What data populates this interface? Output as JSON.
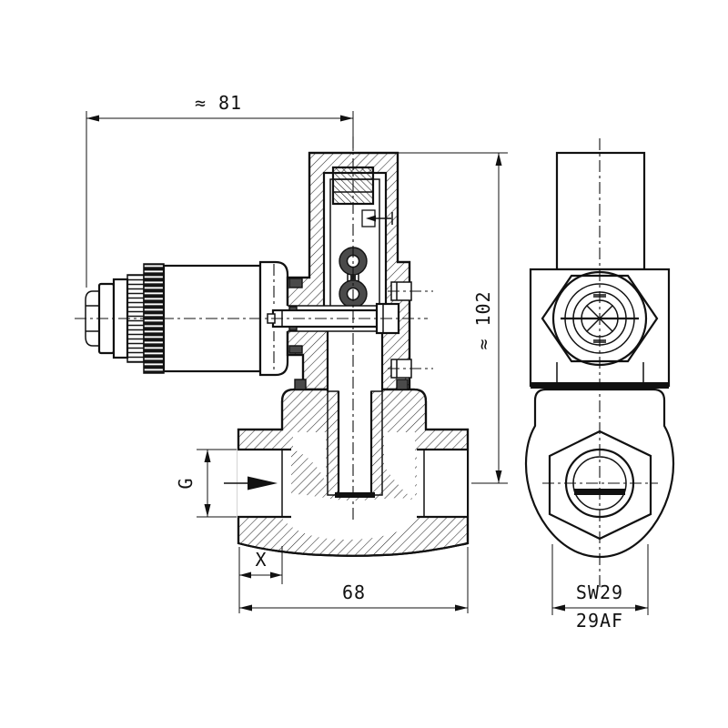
{
  "drawing": {
    "background": "#ffffff",
    "line_color": "#111111",
    "seal_color": "#4a4a4a",
    "dimensions": {
      "overall_width": "≈ 81",
      "overall_height": "≈ 102",
      "port_thread": "G",
      "thread_depth": "X",
      "body_length": "68",
      "wrench_size": "SW29",
      "wrench_size_af": "29AF"
    },
    "icons": {
      "flow_arrow": "right-pointing solid triangle"
    }
  }
}
